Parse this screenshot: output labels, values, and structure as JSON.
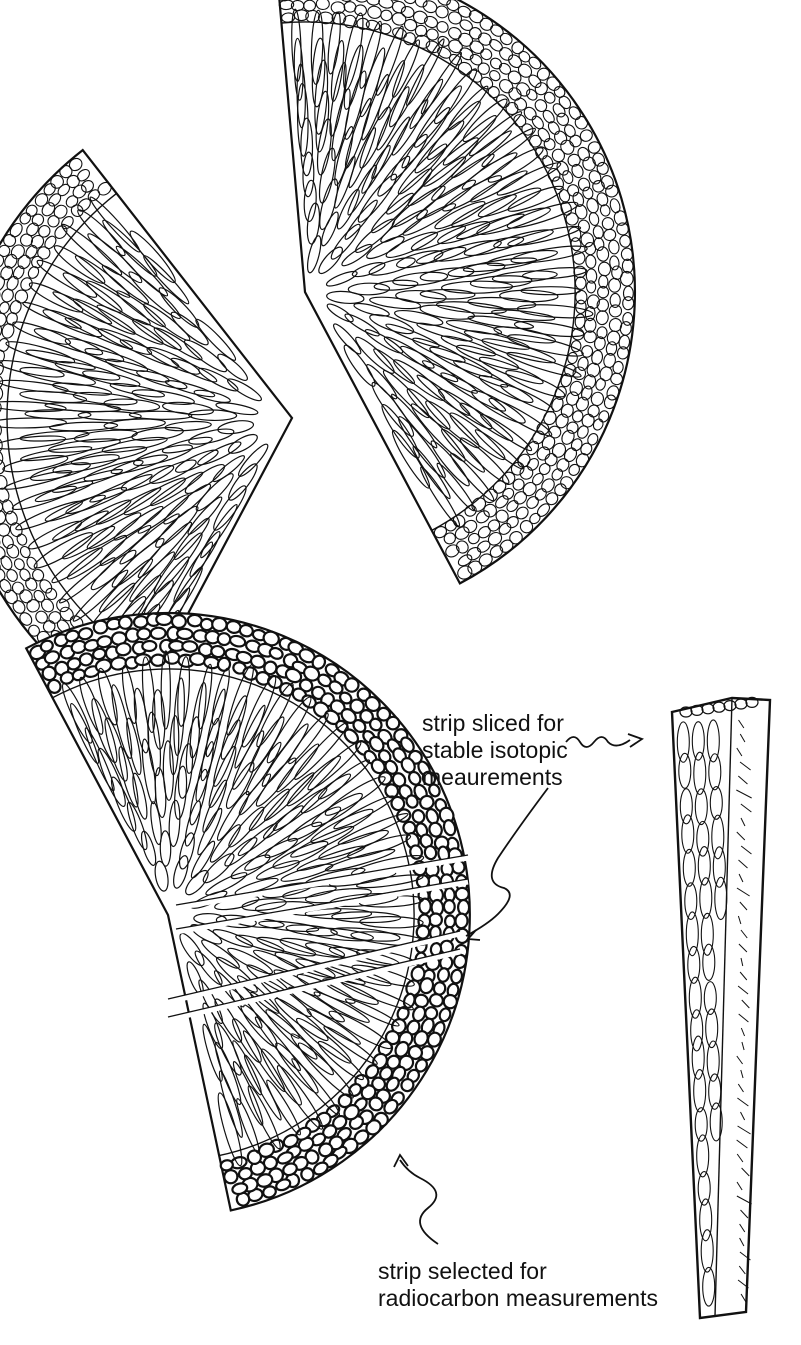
{
  "labels": {
    "isotopic_line1": "strip sliced for",
    "isotopic_line2": "stable isotopic",
    "isotopic_line3": "meaurements",
    "radiocarbon_line1": "strip selected for",
    "radiocarbon_line2": "radiocarbon measurements"
  },
  "colors": {
    "ink": "#111111",
    "paper": "#ffffff"
  }
}
